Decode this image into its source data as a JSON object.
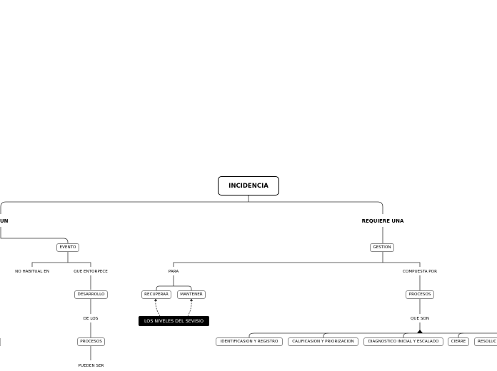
{
  "root": "INCIDENCIA",
  "branches": {
    "left_cut": "UN",
    "right": "REQUIERE UNA"
  },
  "nodes": {
    "evento": "EVENTO",
    "no_habitual": "NO HABITUAL EN",
    "que_entorpece": "QUE ENTORPECE",
    "desarrollo": "DESARROLLO",
    "de_los": "DE LOS",
    "procesos_left": "PROCESOS",
    "pueden_ser": "PUEDEN SER",
    "gestion": "GESTION",
    "para": "PARA",
    "recuperar": "RECUPERAR",
    "mantener": "MANTENER",
    "niveles": "LOS NIVELES DEL SEVISIO",
    "compuesta_por": "COMPUESTA POR",
    "procesos_right": "PROCESOS",
    "que_son": "QUE SON",
    "identificacion": "IDENTIFICASION Y REGISTRO",
    "calificacion": "CALIFICASION Y PRIORIZACION",
    "diagnostico": "DIAGNOSTICO INICIAL Y ESCALADO",
    "cierre": "CIERRE",
    "resolucion": "RESOLUC"
  }
}
